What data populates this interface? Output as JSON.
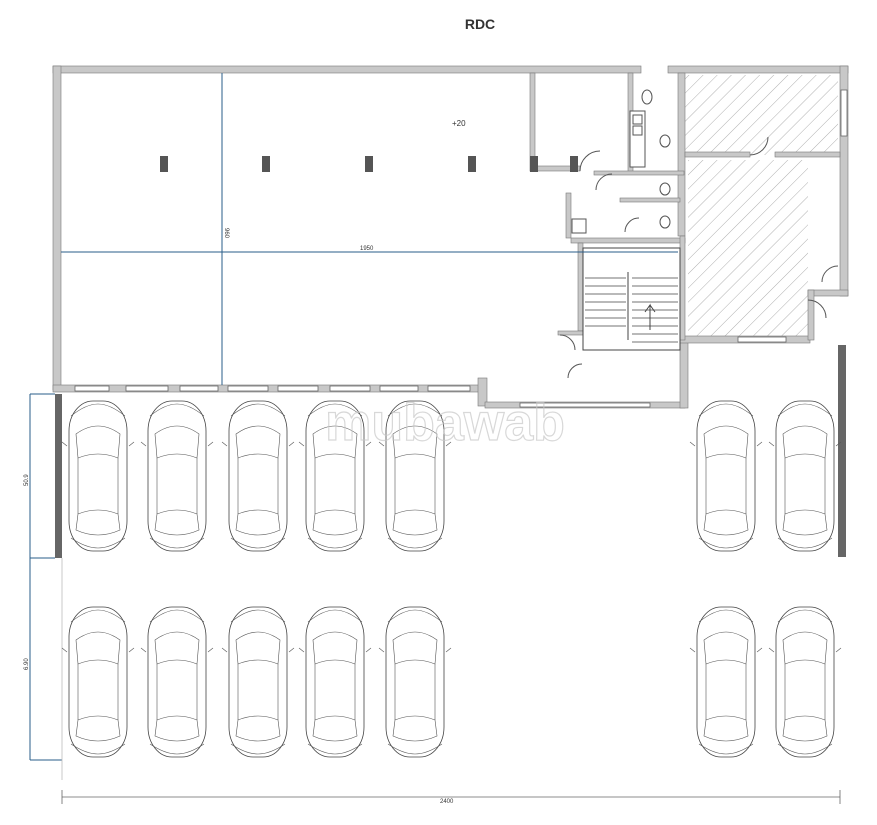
{
  "title": "RDC",
  "level_label": "+20",
  "dimensions": {
    "vertical_main": "960",
    "horizontal_main": "1950",
    "left_upper": "50.9",
    "left_lower": "6.90",
    "bottom_total": "2400"
  },
  "watermark": "mubawab"
}
